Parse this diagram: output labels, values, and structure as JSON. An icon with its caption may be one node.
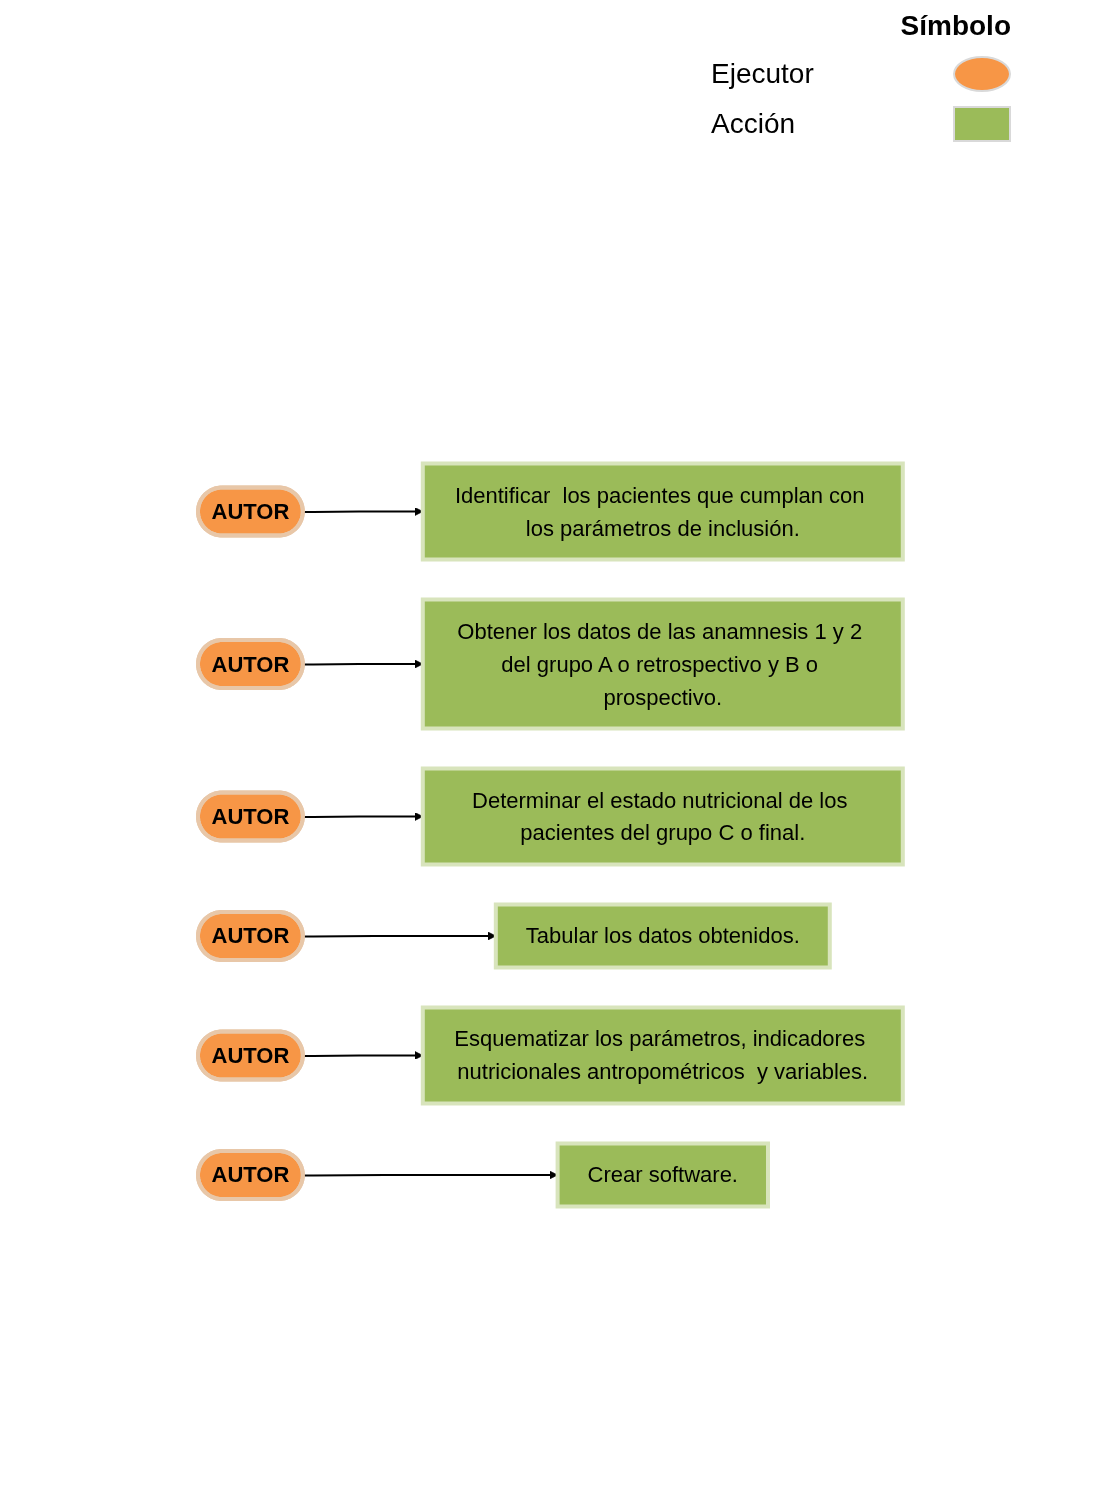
{
  "diagram": {
    "nodes": [
      {
        "text": [
          "AUTOR"
        ]
      },
      {
        "text": [
          "Identificar  los pacientes que cumplan con los parámetros de inclusión."
        ]
      },
      {
        "text": [
          "AUTOR"
        ]
      },
      {
        "text": [
          "Obtener los datos de las anamnesis 1 y 2 del grupo A o retrospectivo y B o prospectivo."
        ]
      },
      {
        "text": [
          "AUTOR"
        ]
      },
      {
        "text": [
          "Determinar el estado nutricional de los pacientes del grupo C o final."
        ]
      },
      {
        "text": [
          "AUTOR"
        ]
      },
      {
        "text": [
          "Tabular los datos obtenidos."
        ]
      },
      {
        "text": [
          "AUTOR"
        ]
      },
      {
        "text": [
          "Esquematizar los parámetros, indicadores nutricionales antropométricos  y variables."
        ]
      },
      {
        "text": [
          "AUTOR"
        ]
      },
      {
        "text": [
          "Crear software."
        ]
      }
    ],
    "edges": [
      {
        "from": 0,
        "to": 1,
        "arrow": "to"
      },
      {
        "from": 2,
        "to": 3,
        "arrow": "to"
      },
      {
        "from": 4,
        "to": 5,
        "arrow": "to"
      },
      {
        "from": 6,
        "to": 7,
        "arrow": "to"
      },
      {
        "from": 8,
        "to": 9,
        "arrow": "to"
      },
      {
        "from": 10,
        "to": 11,
        "arrow": "to"
      }
    ],
    "labels": [
      "Símbolo"
    ],
    "legend": [
      {
        "text": "Ejecutor",
        "color": "#f79646"
      },
      {
        "text": "Acción",
        "color": "#9bbb59"
      }
    ]
  }
}
